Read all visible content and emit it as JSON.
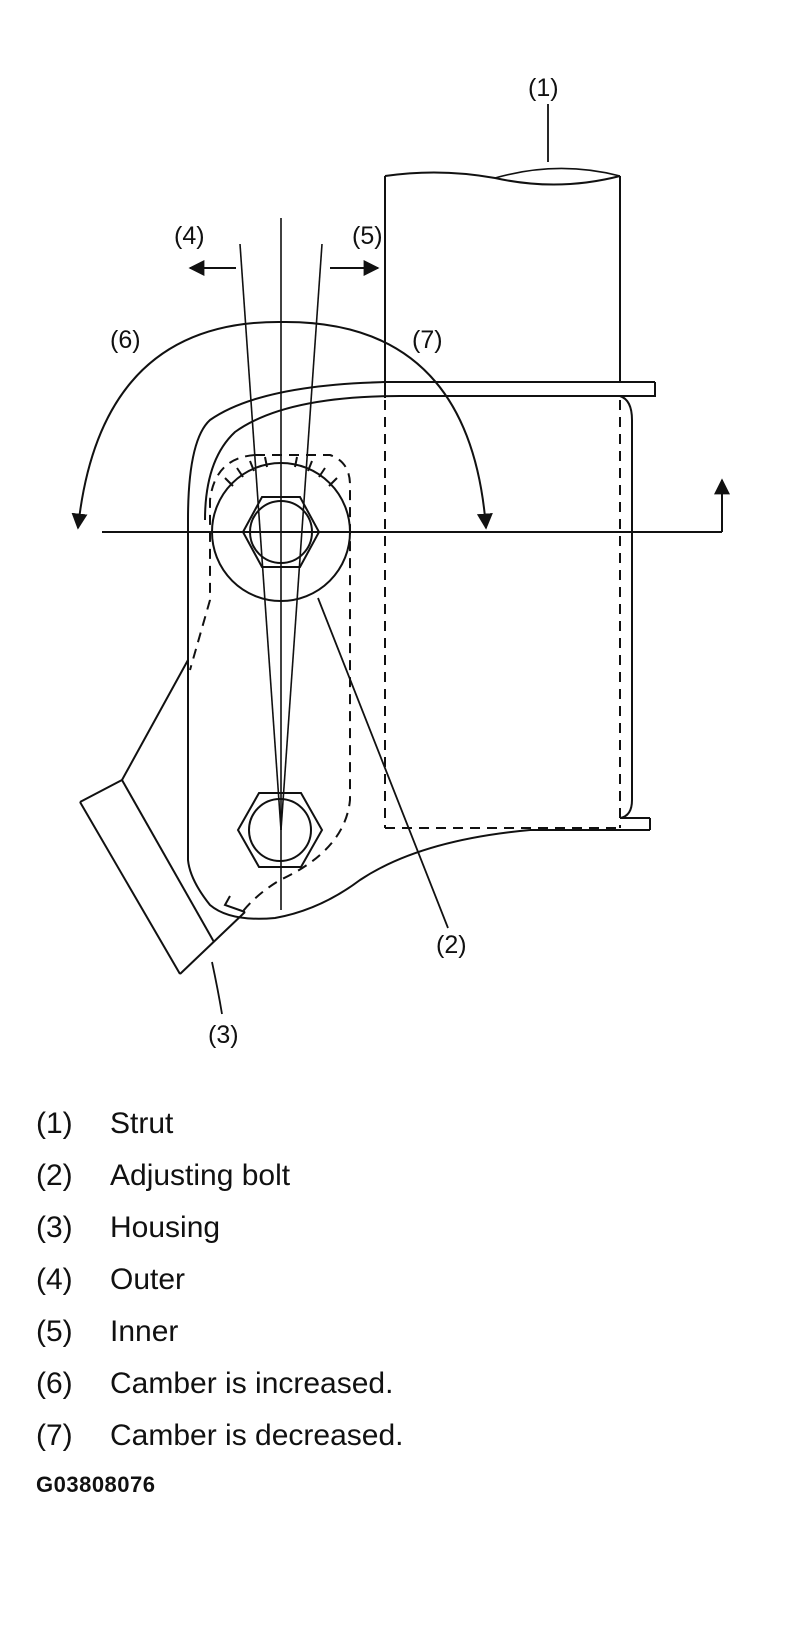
{
  "callouts": {
    "c1": "(1)",
    "c2": "(2)",
    "c3": "(3)",
    "c4": "(4)",
    "c5": "(5)",
    "c6": "(6)",
    "c7": "(7)"
  },
  "legend": [
    {
      "num": "(1)",
      "text": "Strut"
    },
    {
      "num": "(2)",
      "text": "Adjusting bolt"
    },
    {
      "num": "(3)",
      "text": "Housing"
    },
    {
      "num": "(4)",
      "text": "Outer"
    },
    {
      "num": "(5)",
      "text": "Inner"
    },
    {
      "num": "(6)",
      "text": "Camber is increased."
    },
    {
      "num": "(7)",
      "text": "Camber is decreased."
    }
  ],
  "figure_code": "G03808076"
}
